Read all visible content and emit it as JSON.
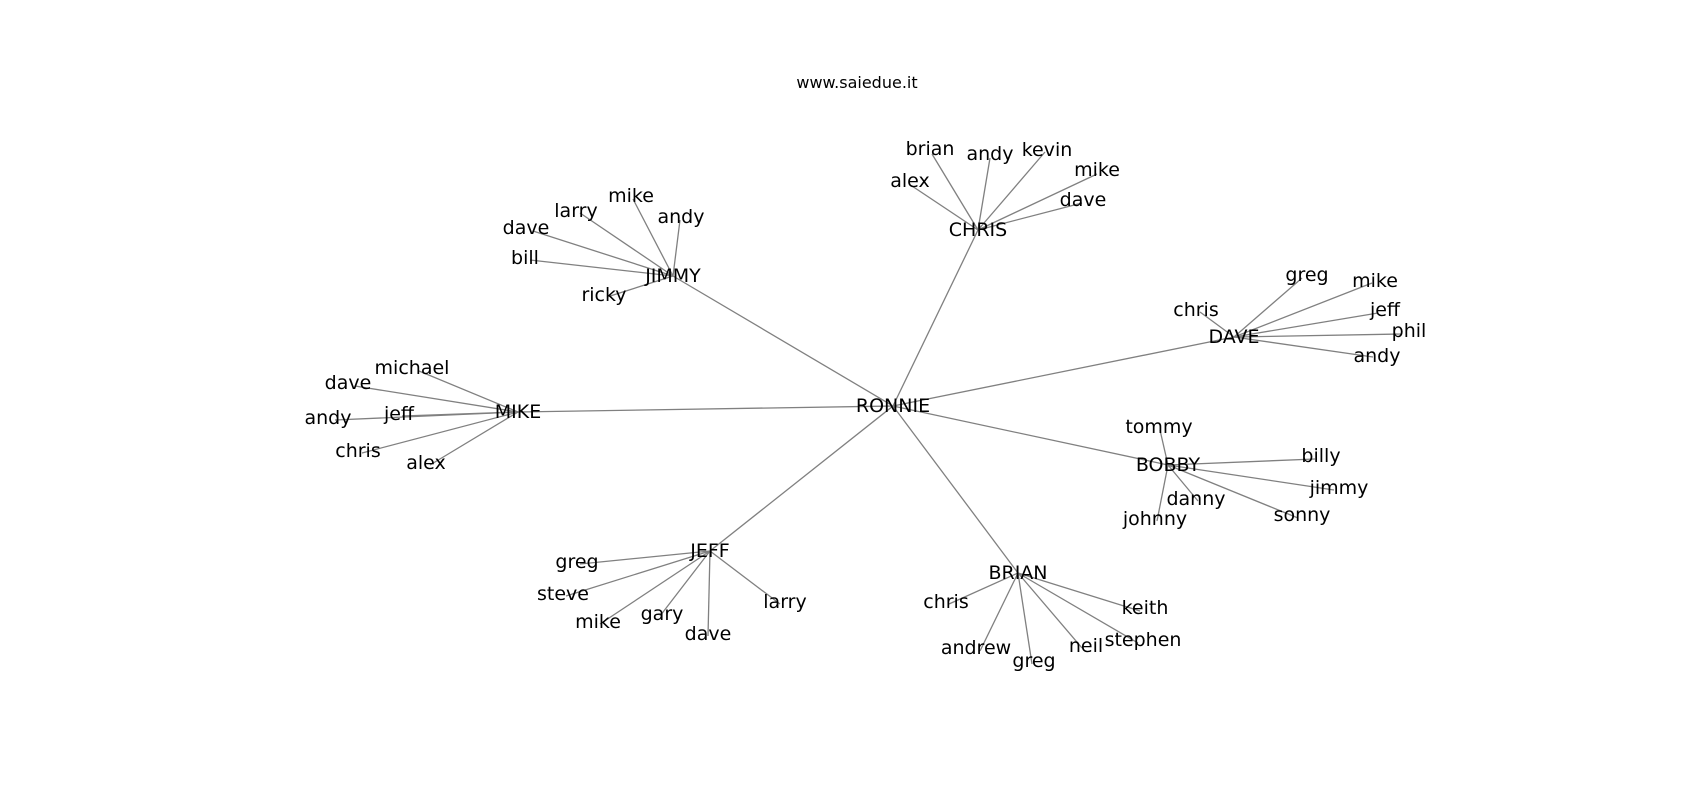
{
  "watermark": "www.saiedue.it",
  "root": {
    "label": "RONNIE"
  },
  "hubs": [
    {
      "label": "CHRIS",
      "children": [
        "alex",
        "brian",
        "andy",
        "kevin",
        "mike",
        "dave"
      ]
    },
    {
      "label": "DAVE",
      "children": [
        "chris",
        "greg",
        "mike",
        "jeff",
        "phil",
        "andy"
      ]
    },
    {
      "label": "BOBBY",
      "children": [
        "tommy",
        "billy",
        "jimmy",
        "sonny",
        "danny",
        "johnny"
      ]
    },
    {
      "label": "BRIAN",
      "children": [
        "chris",
        "andrew",
        "greg",
        "neil",
        "stephen",
        "keith"
      ]
    },
    {
      "label": "JEFF",
      "children": [
        "greg",
        "steve",
        "mike",
        "gary",
        "dave",
        "larry"
      ]
    },
    {
      "label": "MIKE",
      "children": [
        "michael",
        "dave",
        "jeff",
        "andy",
        "chris",
        "alex"
      ]
    },
    {
      "label": "JIMMY",
      "children": [
        "larry",
        "mike",
        "andy",
        "dave",
        "bill",
        "ricky"
      ]
    }
  ],
  "colors": {
    "edge": "#808080",
    "text": "#000000",
    "background": "#ffffff"
  }
}
